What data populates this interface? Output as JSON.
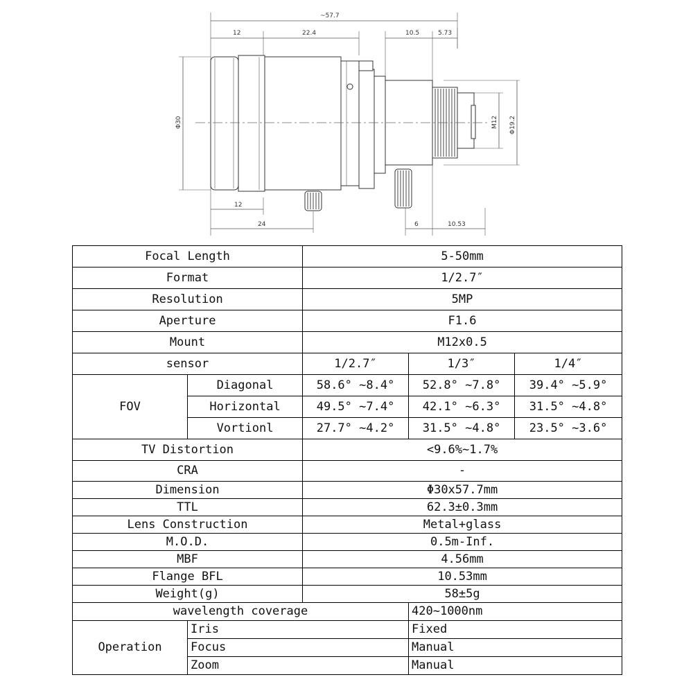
{
  "drawing": {
    "dims": {
      "overall": "~57.7",
      "d12a": "12",
      "d224": "22.4",
      "d105": "10.5",
      "d573": "5.73",
      "d12b": "12",
      "d24": "24",
      "d6": "6",
      "d1053": "10.53",
      "phi30": "Φ30",
      "m12": "M12",
      "phi192": "Φ19.2"
    }
  },
  "spec": {
    "focal_length": {
      "label": "Focal Length",
      "value": "5-50mm"
    },
    "format": {
      "label": "Format",
      "value": "1/2.7″"
    },
    "resolution": {
      "label": "Resolution",
      "value": "5MP"
    },
    "aperture": {
      "label": "Aperture",
      "value": "F1.6"
    },
    "mount": {
      "label": "Mount",
      "value": "M12x0.5"
    },
    "sensor": {
      "label": "sensor",
      "cols": [
        "1/2.7″",
        "1/3″",
        "1/4″"
      ]
    },
    "fov": {
      "label": "FOV",
      "rows": [
        {
          "label": "Diagonal",
          "values": [
            "58.6° ~8.4°",
            "52.8° ~7.8°",
            "39.4° ~5.9°"
          ]
        },
        {
          "label": "Horizontal",
          "values": [
            "49.5° ~7.4°",
            "42.1° ~6.3°",
            "31.5° ~4.8°"
          ]
        },
        {
          "label": "Vortionl",
          "values": [
            "27.7° ~4.2°",
            "31.5° ~4.8°",
            "23.5° ~3.6°"
          ]
        }
      ]
    },
    "tv_distortion": {
      "label": "TV Distortion",
      "value": "<9.6%~1.7%"
    },
    "cra": {
      "label": "CRA",
      "value": "-"
    },
    "dimension": {
      "label": "Dimension",
      "value": "Φ30x57.7mm"
    },
    "ttl": {
      "label": "TTL",
      "value": "62.3±0.3mm"
    },
    "lens_construction": {
      "label": "Lens Construction",
      "value": "Metal+glass"
    },
    "mod": {
      "label": "M.O.D.",
      "value": "0.5m-Inf."
    },
    "mbf": {
      "label": "MBF",
      "value": "4.56mm"
    },
    "flange_bfl": {
      "label": "Flange BFL",
      "value": "10.53mm"
    },
    "weight": {
      "label": "Weight(g)",
      "value": "58±5g"
    },
    "wavelength": {
      "label": "wavelength coverage",
      "value": "420~1000nm"
    },
    "operation": {
      "label": "Operation",
      "rows": [
        {
          "label": "Iris",
          "value": "Fixed"
        },
        {
          "label": "Focus",
          "value": "Manual"
        },
        {
          "label": "Zoom",
          "value": "Manual"
        }
      ]
    }
  }
}
